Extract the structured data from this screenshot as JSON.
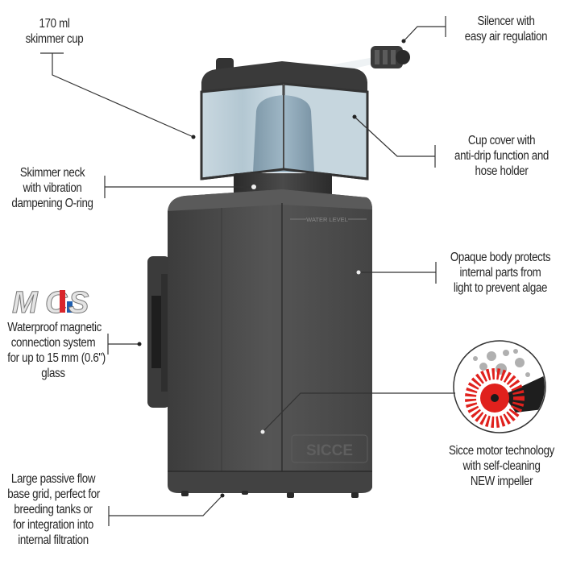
{
  "product": {
    "body_marking": "WATER LEVEL",
    "brand_logo": "SICCE",
    "mcs_logo": "MCS"
  },
  "callouts": [
    {
      "id": "skimmer-cup",
      "lines": [
        "170 ml",
        "skimmer cup"
      ]
    },
    {
      "id": "silencer",
      "lines": [
        "Silencer with",
        "easy air regulation"
      ]
    },
    {
      "id": "cup-cover",
      "lines": [
        "Cup cover with",
        "anti-drip function and",
        "hose holder"
      ]
    },
    {
      "id": "skimmer-neck",
      "lines": [
        "Skimmer neck",
        "with vibration",
        "dampening O-ring"
      ]
    },
    {
      "id": "opaque-body",
      "lines": [
        "Opaque body protects",
        "internal parts from",
        "light to prevent algae"
      ]
    },
    {
      "id": "magnetic-connection",
      "lines": [
        "Waterproof magnetic",
        "connection system",
        "for up to 15 mm (0.6\")",
        "glass"
      ]
    },
    {
      "id": "motor",
      "lines": [
        "Sicce motor technology",
        "with self-cleaning",
        "NEW impeller"
      ]
    },
    {
      "id": "base-grid",
      "lines": [
        "Large passive flow",
        "base grid, perfect for",
        "breeding tanks or",
        "for integration into",
        "internal filtration"
      ]
    }
  ],
  "colors": {
    "body": "#4a4a4a",
    "cup_glass": "#b9ccd6",
    "impeller": "#e0211d",
    "mcs_red": "#d9262b",
    "mcs_blue": "#1f5fb0"
  }
}
